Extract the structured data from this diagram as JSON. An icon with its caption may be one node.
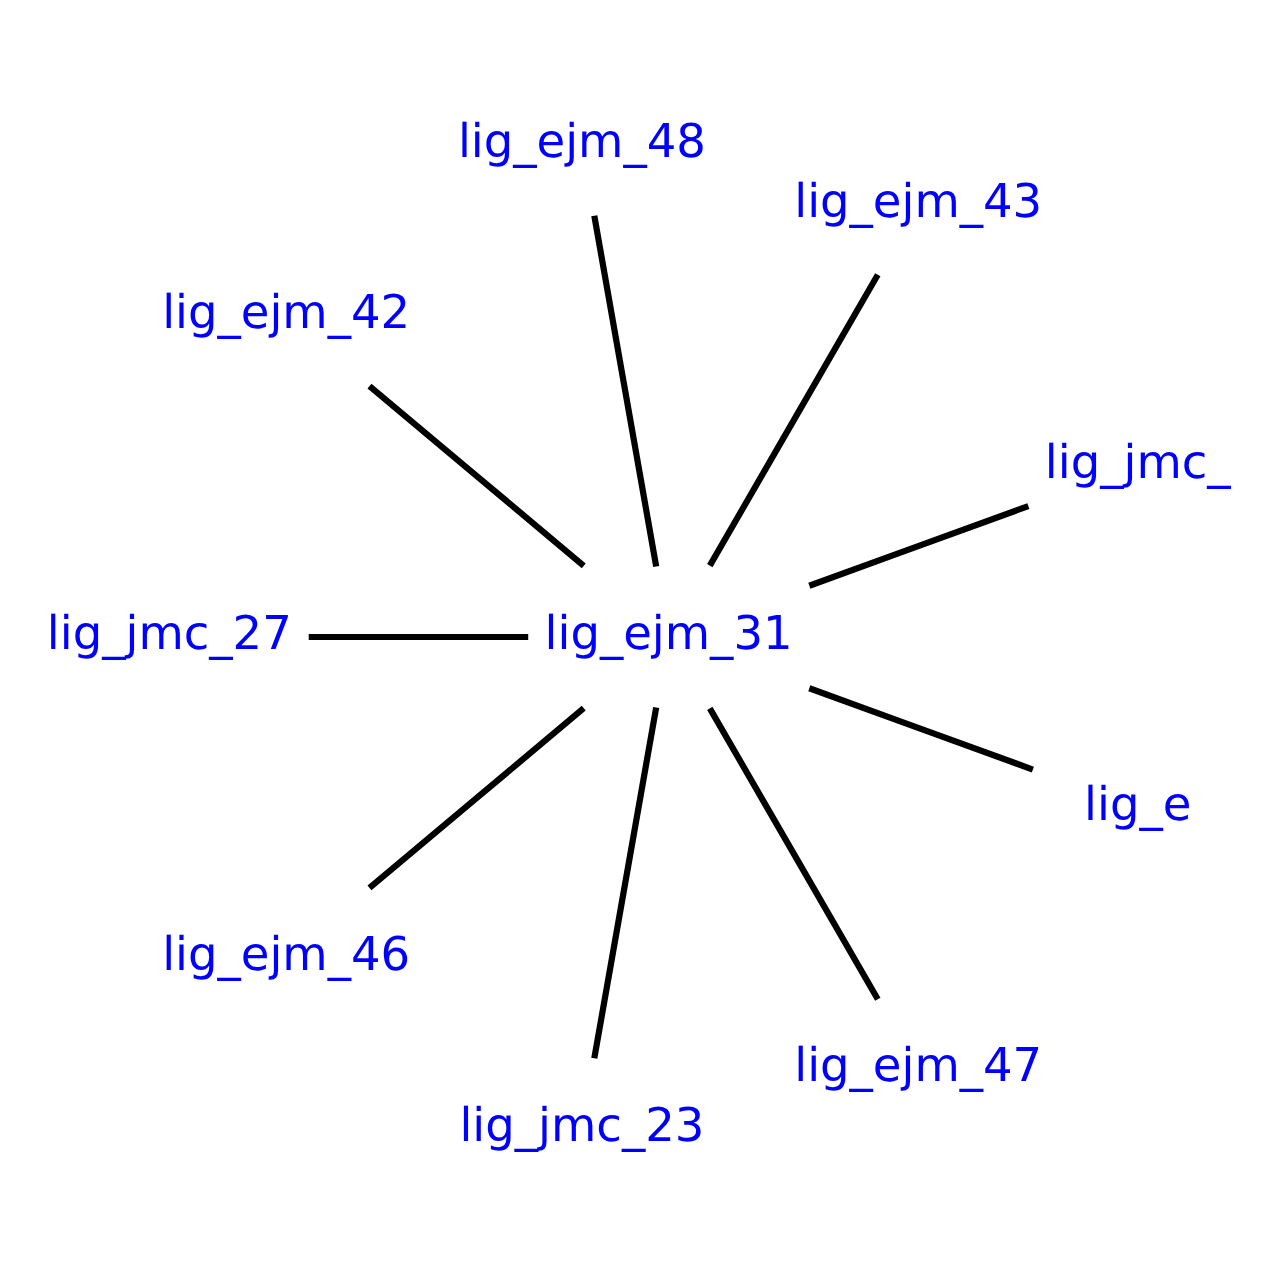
{
  "diagram": {
    "nodes": [
      {
        "text": [
          "lig_ejm_48"
        ]
      },
      {
        "text": [
          "lig_ejm_43"
        ]
      },
      {
        "text": [
          "lig_ejm_42"
        ]
      },
      {
        "text": [
          "lig_jmc_"
        ]
      },
      {
        "text": [
          "lig_ejm_31"
        ]
      },
      {
        "text": [
          "lig_jmc_27"
        ]
      },
      {
        "text": [
          "lig_e"
        ]
      },
      {
        "text": [
          "lig_ejm_46"
        ]
      },
      {
        "text": [
          "lig_ejm_47"
        ]
      },
      {
        "text": [
          "lig_jmc_23"
        ]
      }
    ],
    "edges": [
      {
        "from": 4,
        "to": 0,
        "arrow": "none"
      },
      {
        "from": 4,
        "to": 1,
        "arrow": "none"
      },
      {
        "from": 4,
        "to": 3,
        "arrow": "none"
      },
      {
        "from": 4,
        "to": 6,
        "arrow": "none"
      },
      {
        "from": 4,
        "to": 8,
        "arrow": "none"
      },
      {
        "from": 4,
        "to": 9,
        "arrow": "none"
      },
      {
        "from": 4,
        "to": 7,
        "arrow": "none"
      },
      {
        "from": 4,
        "to": 5,
        "arrow": "none"
      },
      {
        "from": 4,
        "to": 2,
        "arrow": "none"
      }
    ]
  }
}
